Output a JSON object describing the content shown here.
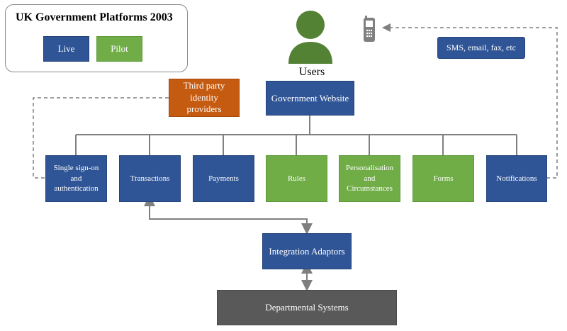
{
  "legend": {
    "title": "UK Government Platforms 2003",
    "live_label": "Live",
    "pilot_label": "Pilot"
  },
  "users": {
    "label": "Users"
  },
  "top": {
    "government_website": "Government Website",
    "third_party_line1": "Third party",
    "third_party_line2": "identity",
    "third_party_line3": "providers",
    "sms": "SMS, email, fax, etc"
  },
  "components": [
    {
      "line1": "Single sign-on",
      "line2": "and",
      "line3": "authentication",
      "status": "live"
    },
    {
      "line1": "Transactions",
      "status": "live"
    },
    {
      "line1": "Payments",
      "status": "live"
    },
    {
      "line1": "Rules",
      "status": "pilot"
    },
    {
      "line1": "Personalisation",
      "line2": "and",
      "line3": "Circumstances",
      "status": "pilot"
    },
    {
      "line1": "Forms",
      "status": "pilot"
    },
    {
      "line1": "Notifications",
      "status": "live"
    }
  ],
  "bottom": {
    "integration_adaptors": "Integration Adaptors",
    "departmental_systems": "Departmental Systems"
  },
  "colors": {
    "live": "#2f5597",
    "pilot": "#70ad47",
    "third_party": "#c55a11",
    "departmental": "#595959",
    "users_icon": "#548235",
    "connector": "#7f7f7f"
  },
  "icons": {
    "users": "user-icon",
    "phone": "mobile-phone-icon"
  }
}
